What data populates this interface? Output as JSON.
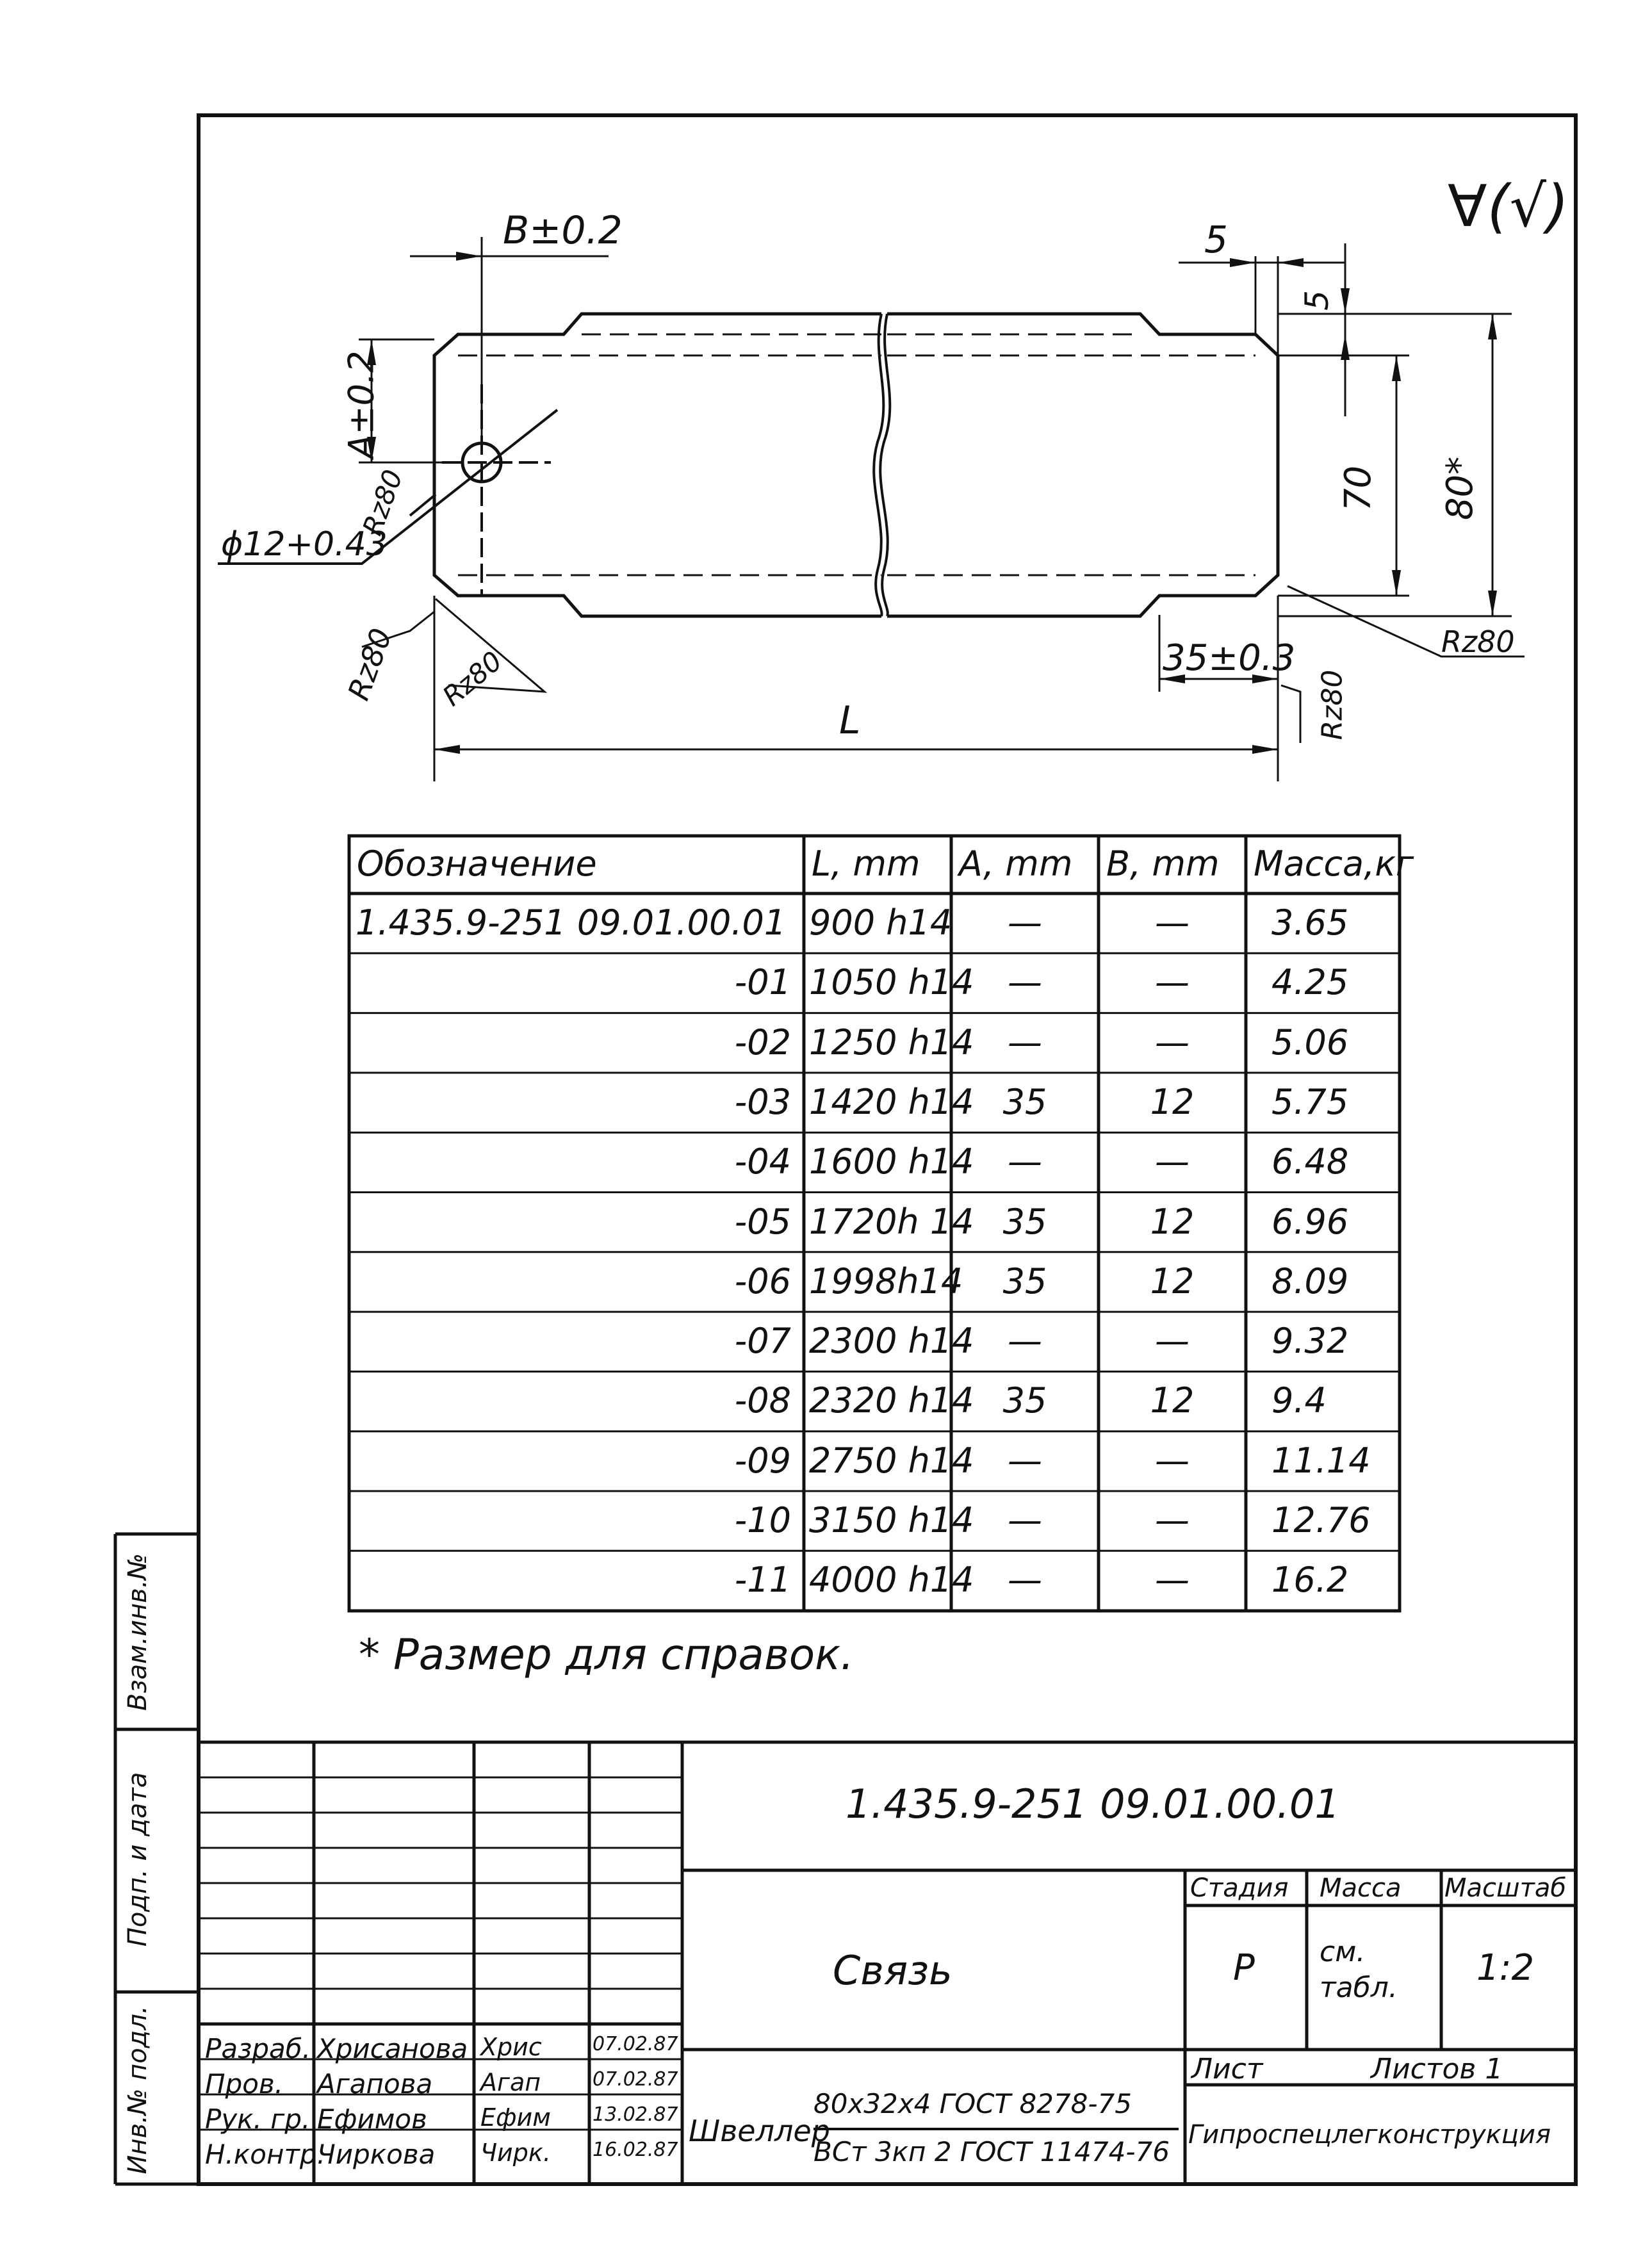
{
  "surface_mark": "∀(√)",
  "dims": {
    "b": "B±0.2",
    "a": "A±0.2",
    "hole": "ϕ12+0.43",
    "rz_hole": "Rz80",
    "top_5a": "5",
    "top_5b": "5",
    "h70": "70",
    "h80": "80*",
    "d35": "35±0.3",
    "rz_left1": "Rz80",
    "rz_left2": "Rz80",
    "rz_right1": "Rz80",
    "rz_right2": "Rz80",
    "length": "L"
  },
  "table": {
    "headers": [
      "Обозначение",
      "L, mm",
      "A, mm",
      "B, mm",
      "Масса,кг"
    ],
    "rows": [
      {
        "des": "1.435.9-251 09.01.00.01",
        "l": "900 h14",
        "a": "—",
        "b": "—",
        "m": "3.65"
      },
      {
        "des": "-01",
        "l": "1050 h14",
        "a": "—",
        "b": "—",
        "m": "4.25"
      },
      {
        "des": "-02",
        "l": "1250 h14",
        "a": "—",
        "b": "—",
        "m": "5.06"
      },
      {
        "des": "-03",
        "l": "1420 h14",
        "a": "35",
        "b": "12",
        "m": "5.75"
      },
      {
        "des": "-04",
        "l": "1600 h14",
        "a": "—",
        "b": "—",
        "m": "6.48"
      },
      {
        "des": "-05",
        "l": "1720h 14",
        "a": "35",
        "b": "12",
        "m": "6.96"
      },
      {
        "des": "-06",
        "l": "1998h14",
        "a": "35",
        "b": "12",
        "m": "8.09"
      },
      {
        "des": "-07",
        "l": "2300 h14",
        "a": "—",
        "b": "—",
        "m": "9.32"
      },
      {
        "des": "-08",
        "l": "2320 h14",
        "a": "35",
        "b": "12",
        "m": "9.4"
      },
      {
        "des": "-09",
        "l": "2750 h14",
        "a": "—",
        "b": "—",
        "m": "11.14"
      },
      {
        "des": "-10",
        "l": "3150 h14",
        "a": "—",
        "b": "—",
        "m": "12.76"
      },
      {
        "des": "-11",
        "l": "4000 h14",
        "a": "—",
        "b": "—",
        "m": "16.2"
      }
    ]
  },
  "note": "* Размер для справок.",
  "side_labels": {
    "vzam": "Взам.инв.№",
    "podp": "Подп. и дата",
    "inv": "Инв.№ подл."
  },
  "title_block": {
    "doc_number": "1.435.9-251 09.01.00.01",
    "name": "Связь",
    "stage_label": "Стадия",
    "mass_label": "Масса",
    "scale_label": "Масштаб",
    "stage": "Р",
    "mass": "см. табл.",
    "scale": "1:2",
    "sheet_label": "Лист",
    "sheets_label": "Листов 1",
    "material_prefix": "Швеллер",
    "material_line1": "80x32x4 ГОСТ 8278-75",
    "material_line2": "ВСт 3кп 2 ГОСТ 11474-76",
    "organization": "Гипроспецлегконструкция",
    "signatures": [
      {
        "role": "Разраб.",
        "name": "Хрисанова",
        "sign": "Хрис",
        "date": "07.02.87"
      },
      {
        "role": "Пров.",
        "name": "Агапова",
        "sign": "Агап",
        "date": "07.02.87"
      },
      {
        "role": "Рук. гр.",
        "name": "Ефимов",
        "sign": "Ефим",
        "date": "13.02.87"
      },
      {
        "role": "Н.контр.",
        "name": "Чиркова",
        "sign": "Чирк.",
        "date": "16.02.87"
      }
    ]
  }
}
